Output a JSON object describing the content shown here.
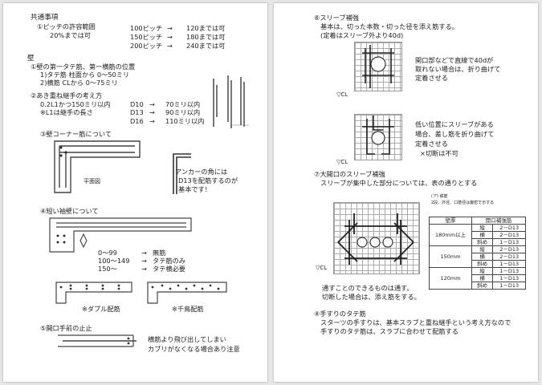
{
  "left": {
    "common_title": "共通事項",
    "pitch": {
      "heading": "①ピッチの許容範囲",
      "note": "20%までは可",
      "rows": [
        {
          "pitch": "100ピッチ",
          "arrow": "→",
          "limit": "120までは可"
        },
        {
          "pitch": "150ピッチ",
          "arrow": "→",
          "limit": "180までは可"
        },
        {
          "pitch": "200ピッチ",
          "arrow": "→",
          "limit": "240までは可"
        }
      ]
    },
    "wall_title": "壁",
    "first_bar": {
      "heading": "①壁の第一タテ筋、第一横筋の位置",
      "lines": [
        "1)タテ筋  柱面から  0～50ミリ",
        "2)横筋  CLから  0～75ミリ"
      ]
    },
    "lap": {
      "heading": "②あき重ね継手の考え方",
      "lines": [
        "0.2L1かつ150ミリ以内",
        "※L1は継手の長さ"
      ],
      "rows": [
        {
          "bar": "D10",
          "arrow": "→",
          "limit": "70ミリ以内"
        },
        {
          "bar": "D13",
          "arrow": "→",
          "limit": "90ミリ以内"
        },
        {
          "bar": "D16",
          "arrow": "→",
          "limit": "110ミリ以内"
        }
      ]
    },
    "corner": {
      "heading": "③壁コーナー筋について",
      "plan_label": "平面図",
      "anchor_note": [
        "アンカーの角には",
        "D13を配筋するのが",
        "基本です！"
      ]
    },
    "short": {
      "heading": "④短い袖壁について",
      "rows": [
        {
          "range": "0～99",
          "arrow": "→",
          "result": "無筋"
        },
        {
          "range": "100～149",
          "arrow": "→",
          "result": "タテ筋のみ"
        },
        {
          "range": "150～",
          "arrow": "→",
          "result": "タテ横必要"
        }
      ],
      "double_label": "※ダブル配筋",
      "zigzag_label": "※千鳥配筋"
    },
    "opening": {
      "heading": "⑤開口手前の止止",
      "notes": [
        "横筋より飛び出してしまい",
        "カブリがなくなる場合あり注意"
      ]
    }
  },
  "right": {
    "sleeve": {
      "heading": "⑥スリーブ補強",
      "lines": [
        "基本は、切った本数・切った径を添え筋する。",
        "(定着はスリーブ外より40d)"
      ],
      "case1": [
        "開口部などで直線で40dが",
        "取れない場合は、折り曲げて",
        "定着させる"
      ],
      "case2": [
        "低い位置にスリーブがある",
        "場合、差し筋を折り曲げて",
        "定着させる",
        "×切断は不可"
      ],
      "cl_label": "▽CL"
    },
    "large": {
      "heading": "⑦大開口のスリーブ補強",
      "lines": [
        "スリーブが集中した部分については、表の通りとする"
      ],
      "note_small": [
        "(ア) 鉄筋",
        "2段、外径、口筋径は厳密で示する"
      ],
      "table_header": [
        "壁厚",
        "開口補強筋"
      ],
      "table": [
        {
          "thickness": "180mm以上",
          "rows": [
            [
              "縦",
              "2－D13"
            ],
            [
              "横",
              "2－D13"
            ],
            [
              "斜め",
              "1－D13"
            ]
          ]
        },
        {
          "thickness": "150mm",
          "rows": [
            [
              "縦",
              "2－D13"
            ],
            [
              "横",
              "2－D13"
            ],
            [
              "斜め",
              "1－D13"
            ]
          ]
        },
        {
          "thickness": "120mm",
          "rows": [
            [
              "縦",
              "1－D13"
            ],
            [
              "横",
              "1－D13"
            ],
            [
              "斜め",
              "1－D13"
            ]
          ]
        }
      ],
      "notes": [
        "通すことのできるものは通す。",
        "切断した場合は、添え筋をする。"
      ],
      "cl_label": "▽CL"
    },
    "handrail": {
      "heading": "④手すりのタテ筋",
      "lines": [
        "スターツの手すりは、基本スラブと重ね継手という考え方なので",
        "手すりのタテ筋は、スラブに合わせて配筋する"
      ]
    }
  }
}
